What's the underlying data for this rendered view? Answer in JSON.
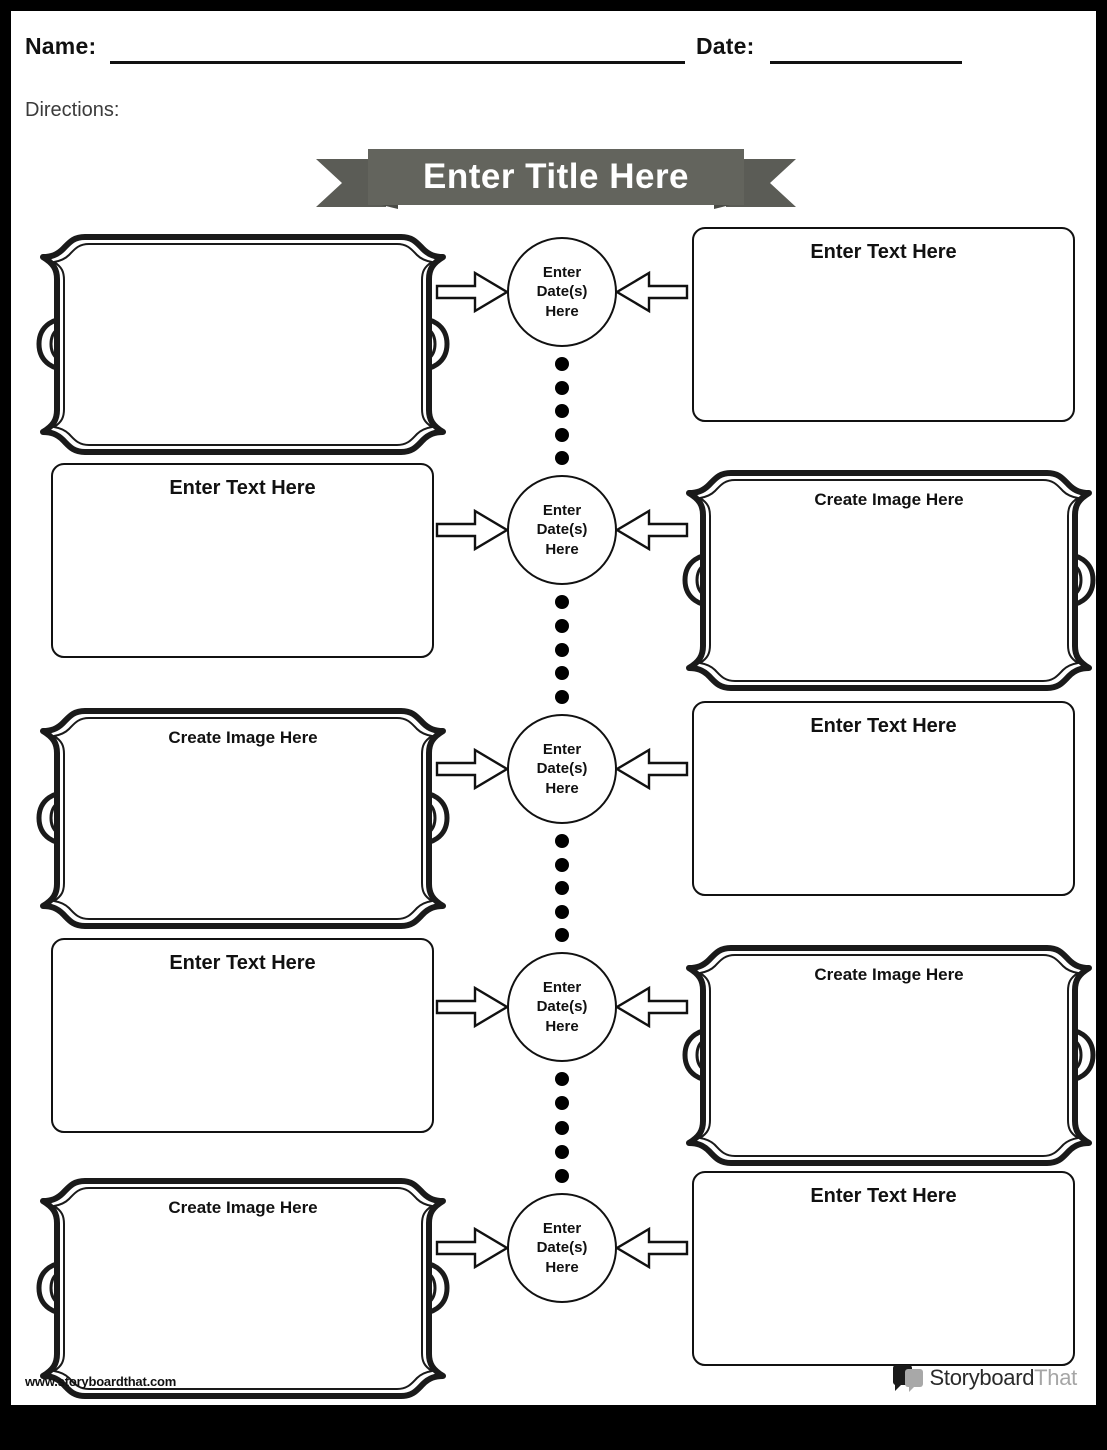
{
  "page": {
    "background_color": "#ffffff",
    "outer_border_color": "#000000"
  },
  "header": {
    "name_label": "Name:",
    "date_label": "Date:",
    "directions_label": "Directions:"
  },
  "title_banner": {
    "text": "Enter Title Here",
    "ribbon_color": "#63645d",
    "ribbon_tail_color": "#5b5c56",
    "ribbon_fold_color": "#4a4b46",
    "text_color": "#ffffff"
  },
  "timeline": {
    "circle_label_lines": [
      "Enter",
      "Date(s)",
      "Here"
    ],
    "text_placeholder": "Enter Text Here",
    "image_placeholder": "Create Image Here",
    "dots_per_connector": 5,
    "rows": [
      {
        "left": {
          "kind": "image",
          "style": "fancy",
          "label": ""
        },
        "center": {
          "lines": [
            "Enter",
            "Date(s)",
            "Here"
          ]
        },
        "right": {
          "kind": "text",
          "style": "plain",
          "label": "Enter Text Here"
        }
      },
      {
        "left": {
          "kind": "text",
          "style": "plain",
          "label": "Enter Text Here"
        },
        "center": {
          "lines": [
            "Enter",
            "Date(s)",
            "Here"
          ]
        },
        "right": {
          "kind": "image",
          "style": "fancy",
          "label": "Create Image Here"
        }
      },
      {
        "left": {
          "kind": "image",
          "style": "fancy",
          "label": "Create Image Here"
        },
        "center": {
          "lines": [
            "Enter",
            "Date(s)",
            "Here"
          ]
        },
        "right": {
          "kind": "text",
          "style": "plain",
          "label": "Enter Text Here"
        }
      },
      {
        "left": {
          "kind": "text",
          "style": "plain",
          "label": "Enter Text Here"
        },
        "center": {
          "lines": [
            "Enter",
            "Date(s)",
            "Here"
          ]
        },
        "right": {
          "kind": "image",
          "style": "fancy",
          "label": "Create Image Here"
        }
      },
      {
        "left": {
          "kind": "image",
          "style": "fancy",
          "label": "Create Image Here"
        },
        "center": {
          "lines": [
            "Enter",
            "Date(s)",
            "Here"
          ]
        },
        "right": {
          "kind": "text",
          "style": "plain",
          "label": "Enter Text Here"
        }
      }
    ]
  },
  "footer": {
    "url": "www.storyboardthat.com",
    "logo_main": "Storyboard",
    "logo_sub": "That",
    "logo_main_color": "#2a2a2a",
    "logo_sub_color": "#a6a6a6"
  }
}
